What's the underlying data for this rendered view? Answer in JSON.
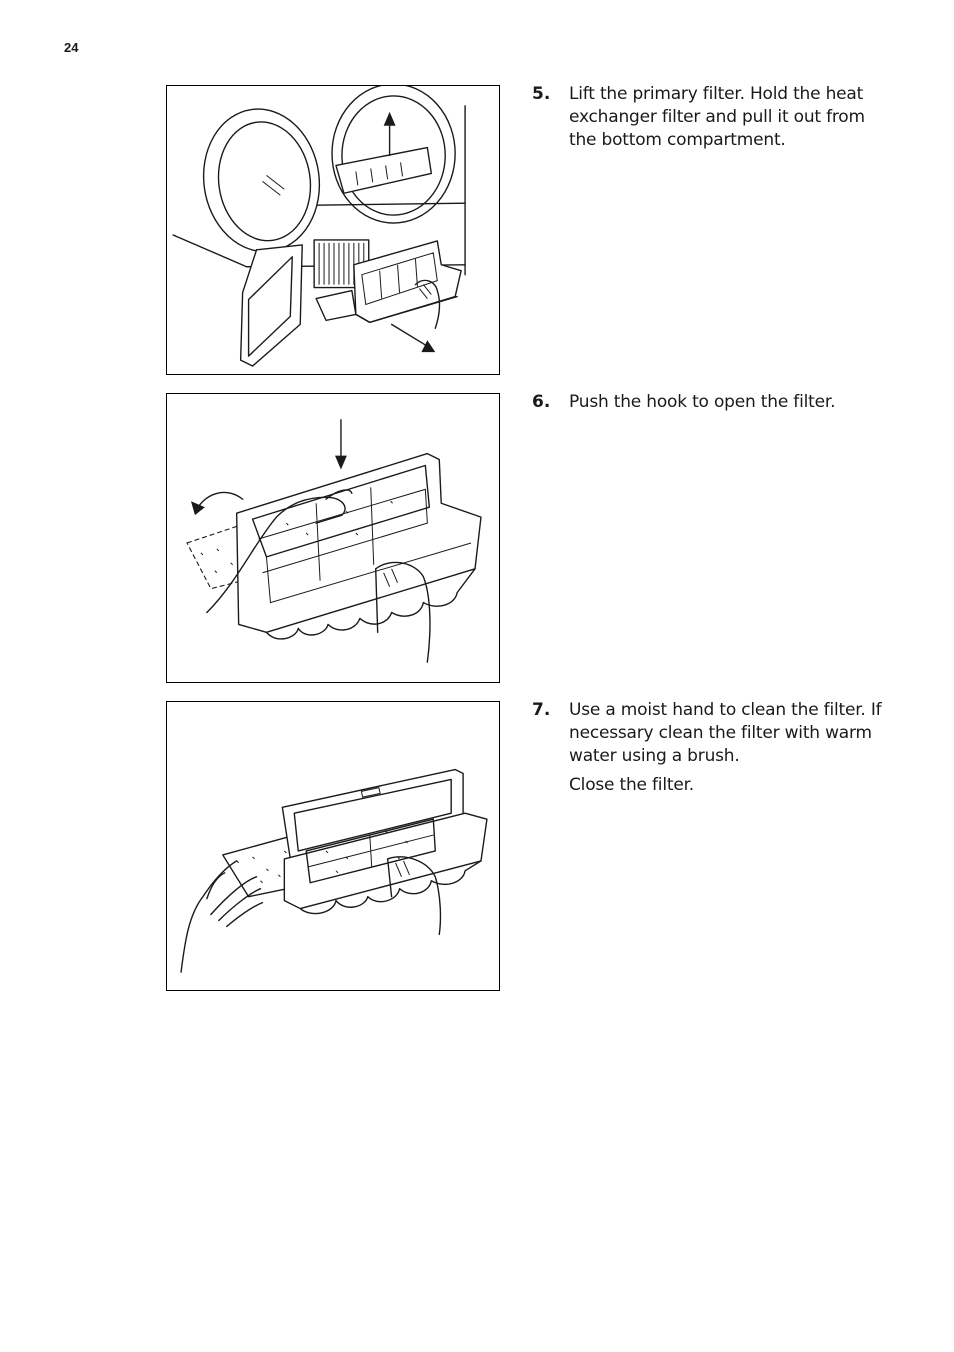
{
  "page": {
    "number": "24"
  },
  "steps": [
    {
      "number": "5.",
      "text": "Lift the primary filter. Hold the heat exchanger filter and pull it out from the bottom compartment."
    },
    {
      "number": "6.",
      "text": "Push the hook to open the filter."
    },
    {
      "number": "7.",
      "text": "Use a moist hand to clean the filter. If necessary clean the filter with warm water using a brush.",
      "note": "Close the filter."
    }
  ]
}
